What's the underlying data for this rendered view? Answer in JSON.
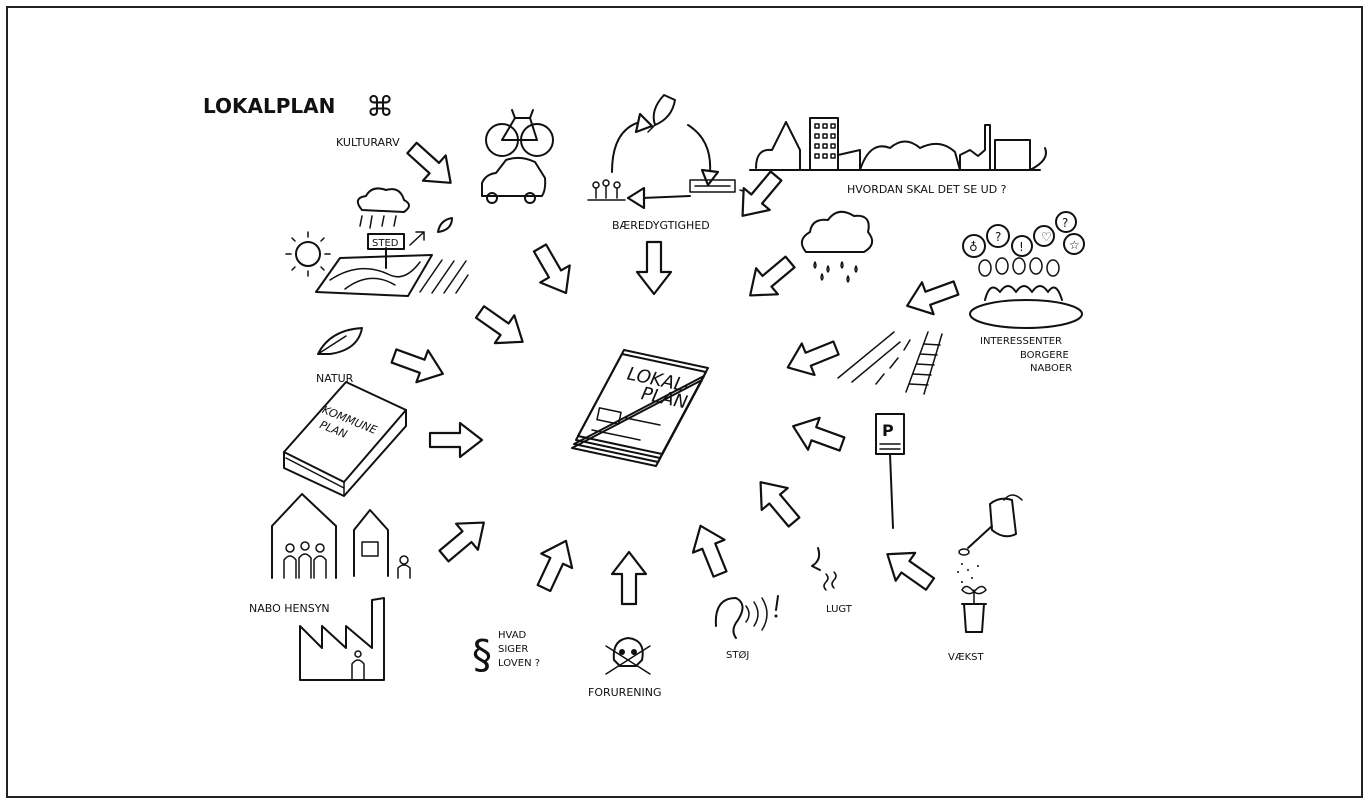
{
  "title": "LOKALPLAN",
  "center": {
    "line1": "LOKAL-",
    "line2": "PLAN"
  },
  "book": {
    "line1": "KOMMUNE",
    "line2": "PLAN"
  },
  "sign": "STED",
  "parking": "P",
  "labels": {
    "kulturarv": "KULTURARV",
    "baeredygtighed": "BÆREDYGTIGHED",
    "hvordan": "HVORDAN SKAL DET SE UD ?",
    "interessenter": "INTERESSENTER",
    "borgere": "BORGERE",
    "naboer": "NABOER",
    "natur": "NATUR",
    "nabo_hensyn": "NABO HENSYN",
    "hvad": "HVAD",
    "siger": "SIGER",
    "loven": "LOVEN ?",
    "paragraph": "§",
    "forurening": "FORURENING",
    "stoj": "STØJ",
    "lugt": "LUGT",
    "vaekst": "VÆKST"
  },
  "colors": {
    "ink": "#111111",
    "paper": "#ffffff"
  }
}
